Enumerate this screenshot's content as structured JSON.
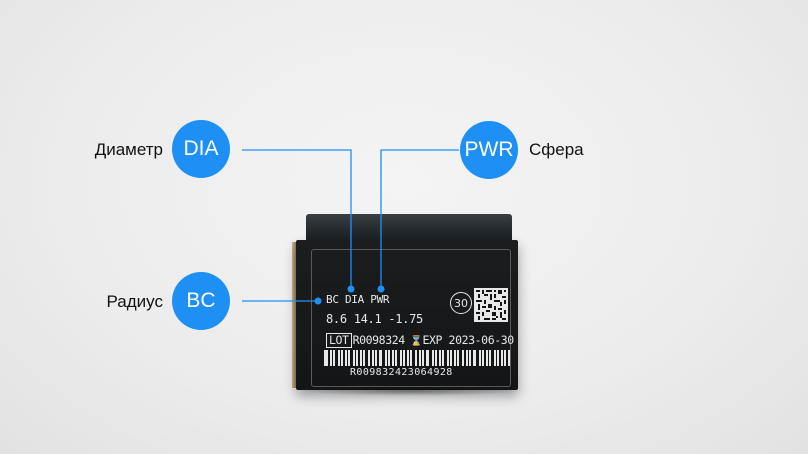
{
  "callouts": {
    "dia": {
      "code": "DIA",
      "label": "Диаметр"
    },
    "pwr": {
      "code": "PWR",
      "label": "Сфера"
    },
    "bc": {
      "code": "BC",
      "label": "Радиус"
    }
  },
  "package": {
    "header": "BC DIA  PWR",
    "values": "8.6 14.1 -1.75",
    "lot_label": "LOT",
    "lot_number": "R0098324",
    "expiry": "EXP 2023-06-30",
    "count_badge": "30",
    "serial": "R009832423064928"
  },
  "colors": {
    "accent": "#1e90f5",
    "box": "#1b1d1f",
    "print": "#e8e8e8"
  }
}
